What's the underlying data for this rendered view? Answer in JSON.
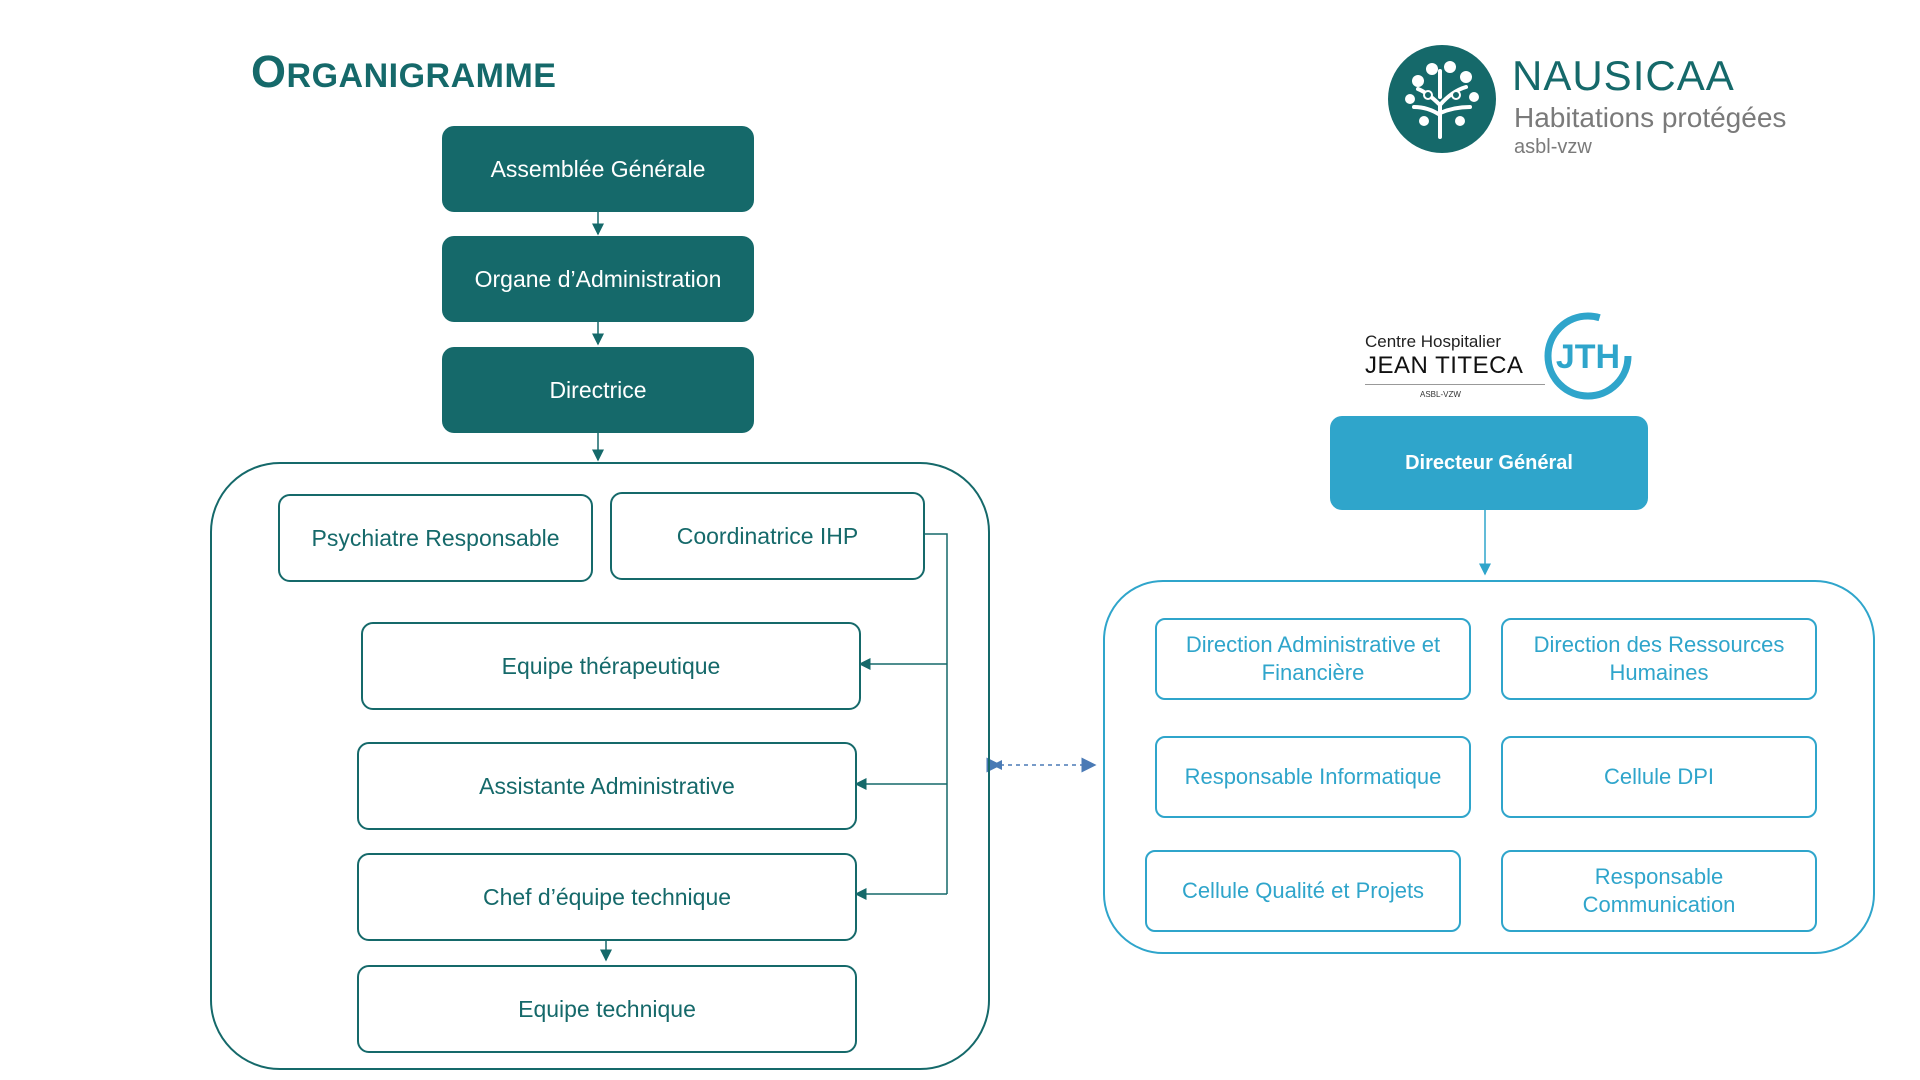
{
  "title": {
    "first_letter": "O",
    "rest": "RGANIGRAMME"
  },
  "logo_nausicaa": {
    "name": "NAUSICAA",
    "tagline": "Habitations protégées",
    "legal": "asbl-vzw"
  },
  "logo_titeca": {
    "line1": "Centre Hospitalier",
    "line2": "JEAN TITECA",
    "legal": "ASBL-VZW",
    "mark": "JTH"
  },
  "nausicaa_chain": [
    "Assemblée Générale",
    "Organe d’Administration",
    "Directrice"
  ],
  "nausicaa_team": {
    "psychiatre": "Psychiatre Responsable",
    "coordinatrice": "Coordinatrice IHP",
    "equipe_therapeutique": "Equipe thérapeutique",
    "assistante": "Assistante Administrative",
    "chef_equipe": "Chef d’équipe technique",
    "equipe_technique": "Equipe technique"
  },
  "titeca_head": "Directeur Général",
  "titeca_units": [
    "Direction Administrative et Financière",
    "Direction des Ressources Humaines",
    "Responsable Informatique",
    "Cellule DPI",
    "Cellule Qualité et Projets",
    "Responsable Communication"
  ],
  "colors": {
    "teal": "#15696a",
    "blue": "#2fa5cb"
  }
}
